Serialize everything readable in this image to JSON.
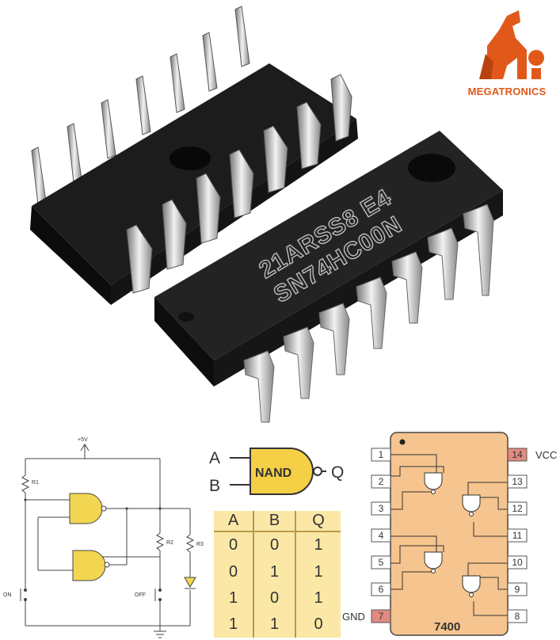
{
  "photo": {
    "chip_front_marking_line1": "21ARSS8 E4",
    "chip_front_marking_line2": "SN74HC00N"
  },
  "logo": {
    "brand": "MEGATRONICS",
    "accent_color": "#e0591b"
  },
  "circuit": {
    "supply_label": "+5V",
    "r1": "R1",
    "r2": "R2",
    "r3": "R3",
    "on_label": "ON",
    "off_label": "OFF",
    "gate_color": "#f2d652"
  },
  "nand_symbol": {
    "input_a": "A",
    "input_b": "B",
    "output": "Q",
    "gate_label": "NAND",
    "gate_color": "#f5cf45"
  },
  "truth_table": {
    "headers": [
      "A",
      "B",
      "Q"
    ],
    "rows": [
      [
        "0",
        "0",
        "1"
      ],
      [
        "0",
        "1",
        "1"
      ],
      [
        "1",
        "0",
        "1"
      ],
      [
        "1",
        "1",
        "0"
      ]
    ]
  },
  "pinout": {
    "chip_name": "7400",
    "vcc_label": "VCC",
    "gnd_label": "GND",
    "left_pins": [
      "1",
      "2",
      "3",
      "4",
      "5",
      "6",
      "7"
    ],
    "right_pins": [
      "14",
      "13",
      "12",
      "11",
      "10",
      "9",
      "8"
    ],
    "body_color": "#f6c48e",
    "highlight_color": "#e08a80"
  }
}
